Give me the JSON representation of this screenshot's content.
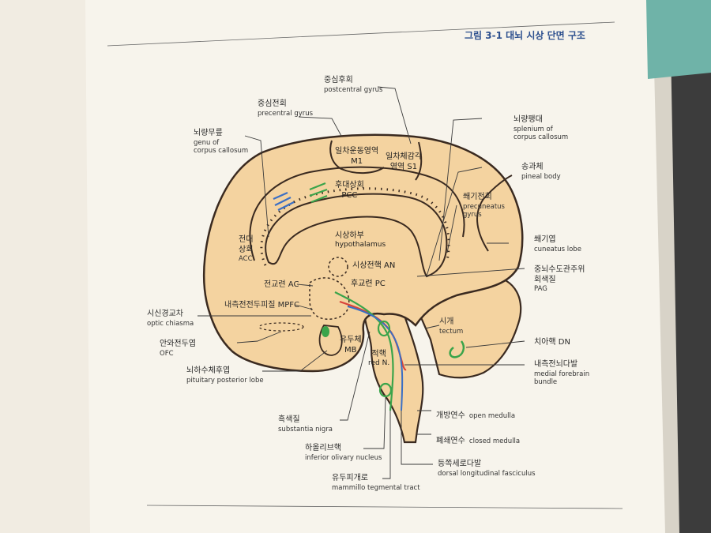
{
  "figure_title": "그림 3-1 대뇌 시상 단면 구조",
  "labels": {
    "postcentral": {
      "ko": "중심후회",
      "en": "postcentral gyrus"
    },
    "precentral": {
      "ko": "중심전회",
      "en": "precentral gyrus"
    },
    "genu": {
      "ko": "뇌량무릎",
      "en1": "genu of",
      "en2": "corpus callosum"
    },
    "splenium": {
      "ko": "뇌량팽대",
      "en1": "splenium of",
      "en2": "corpus callosum"
    },
    "pineal": {
      "ko": "송과체",
      "en": "pineal body"
    },
    "precuneus": {
      "ko": "쐐기전회",
      "en1": "precuneatus",
      "en2": "gyrus"
    },
    "cuneus": {
      "ko": "쐐기엽",
      "en": "cuneatus lobe"
    },
    "pag": {
      "ko1": "중뇌수도관주위",
      "ko2": "회색질",
      "en": "PAG"
    },
    "tectum": {
      "ko": "시개",
      "en": "tectum"
    },
    "dentate": {
      "ko": "치아핵 DN"
    },
    "mfb": {
      "ko": "내측전뇌다발",
      "en1": "medial forebrain",
      "en2": "bundle"
    },
    "open_medulla": {
      "ko": "개방연수",
      "en": "open medulla"
    },
    "closed_medulla": {
      "ko": "폐쇄연수",
      "en": "closed medulla"
    },
    "dlf": {
      "ko": "등쪽세로다발",
      "en": "dorsal longitudinal fasciculus"
    },
    "mtt": {
      "ko": "유두피개로",
      "en": "mammillo tegmental tract"
    },
    "olive": {
      "ko": "하올리브핵",
      "en": "inferior olivary nucleus"
    },
    "nigra": {
      "ko": "흑색질",
      "en": "substantia nigra"
    },
    "pituitary": {
      "ko": "뇌하수체후엽",
      "en": "pituitary posterior lobe"
    },
    "ofc": {
      "ko": "안와전두엽",
      "en": "OFC"
    },
    "chiasma": {
      "ko": "시신경교차",
      "en": "optic chiasma"
    },
    "mpfc": {
      "ko": "내측전전두피질 MPFC"
    },
    "acc": {
      "ko1": "전대",
      "ko2": "상회",
      "en": "ACC"
    },
    "ac": {
      "ko": "전교련 AC"
    }
  },
  "inner": {
    "m1": {
      "ko": "일차운동영역",
      "en": "M1"
    },
    "s1": {
      "ko": "일차체감각",
      "en": "영역 S1"
    },
    "pcc": {
      "ko": "후대상회",
      "en": "PCC"
    },
    "hypothalamus": {
      "ko": "시상하부",
      "en": "hypothalamus"
    },
    "an": {
      "ko": "시상전핵 AN"
    },
    "pc": {
      "ko": "후교련 PC"
    },
    "mb": {
      "ko": "유두체",
      "en": "MB"
    },
    "red": {
      "ko": "적핵",
      "en": "red N."
    }
  },
  "colors": {
    "brain_fill": "#f4d3a0",
    "outline": "#3a2a20",
    "green": "#3aa44a",
    "red": "#d8433a",
    "blue": "#3b6fc4",
    "title": "#2c4f8e"
  }
}
